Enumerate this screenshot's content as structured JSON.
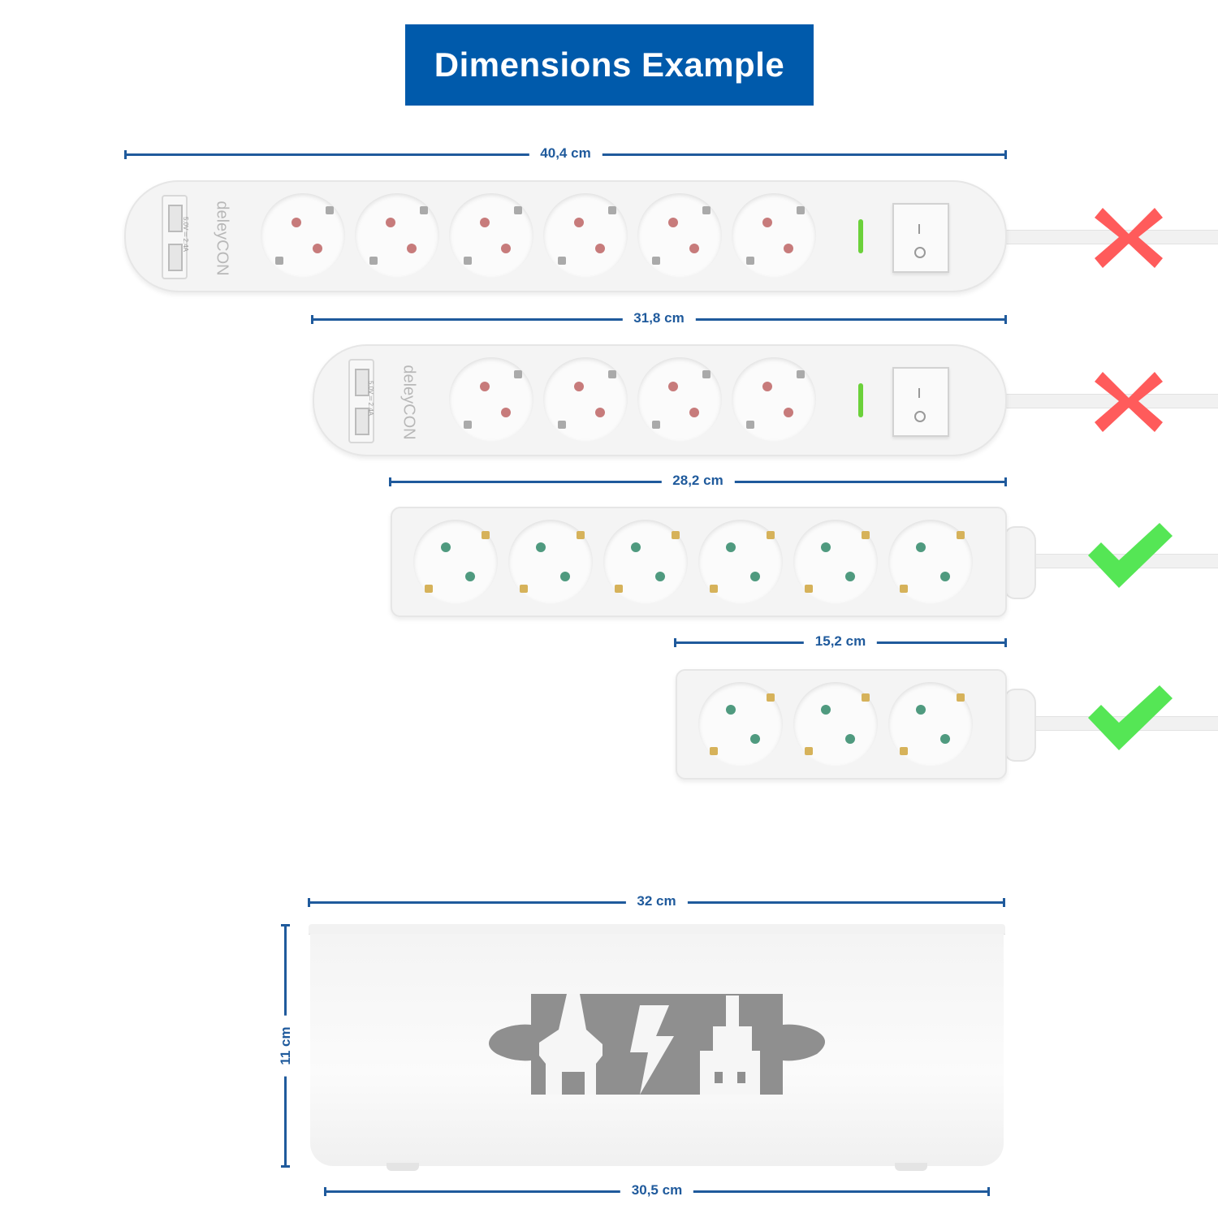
{
  "title": "Dimensions Example",
  "dimensions": {
    "strip1_width": "40,4 cm",
    "strip2_width": "31,8 cm",
    "strip3_width": "28,2 cm",
    "strip4_width": "15,2 cm",
    "box_top_width": "32 cm",
    "box_height": "11 cm",
    "box_bottom_width": "30,5 cm"
  },
  "brand": "deleyCON",
  "usb_spec": "5.0V ═ 2.4A",
  "colors": {
    "title_bg": "#005aab",
    "dimension": "#1f5a9c",
    "cross": "#ff5b5b",
    "check": "#55e655",
    "led": "#6bd13a"
  },
  "status_icons": [
    "cross-icon",
    "cross-icon",
    "check-icon",
    "check-icon"
  ]
}
